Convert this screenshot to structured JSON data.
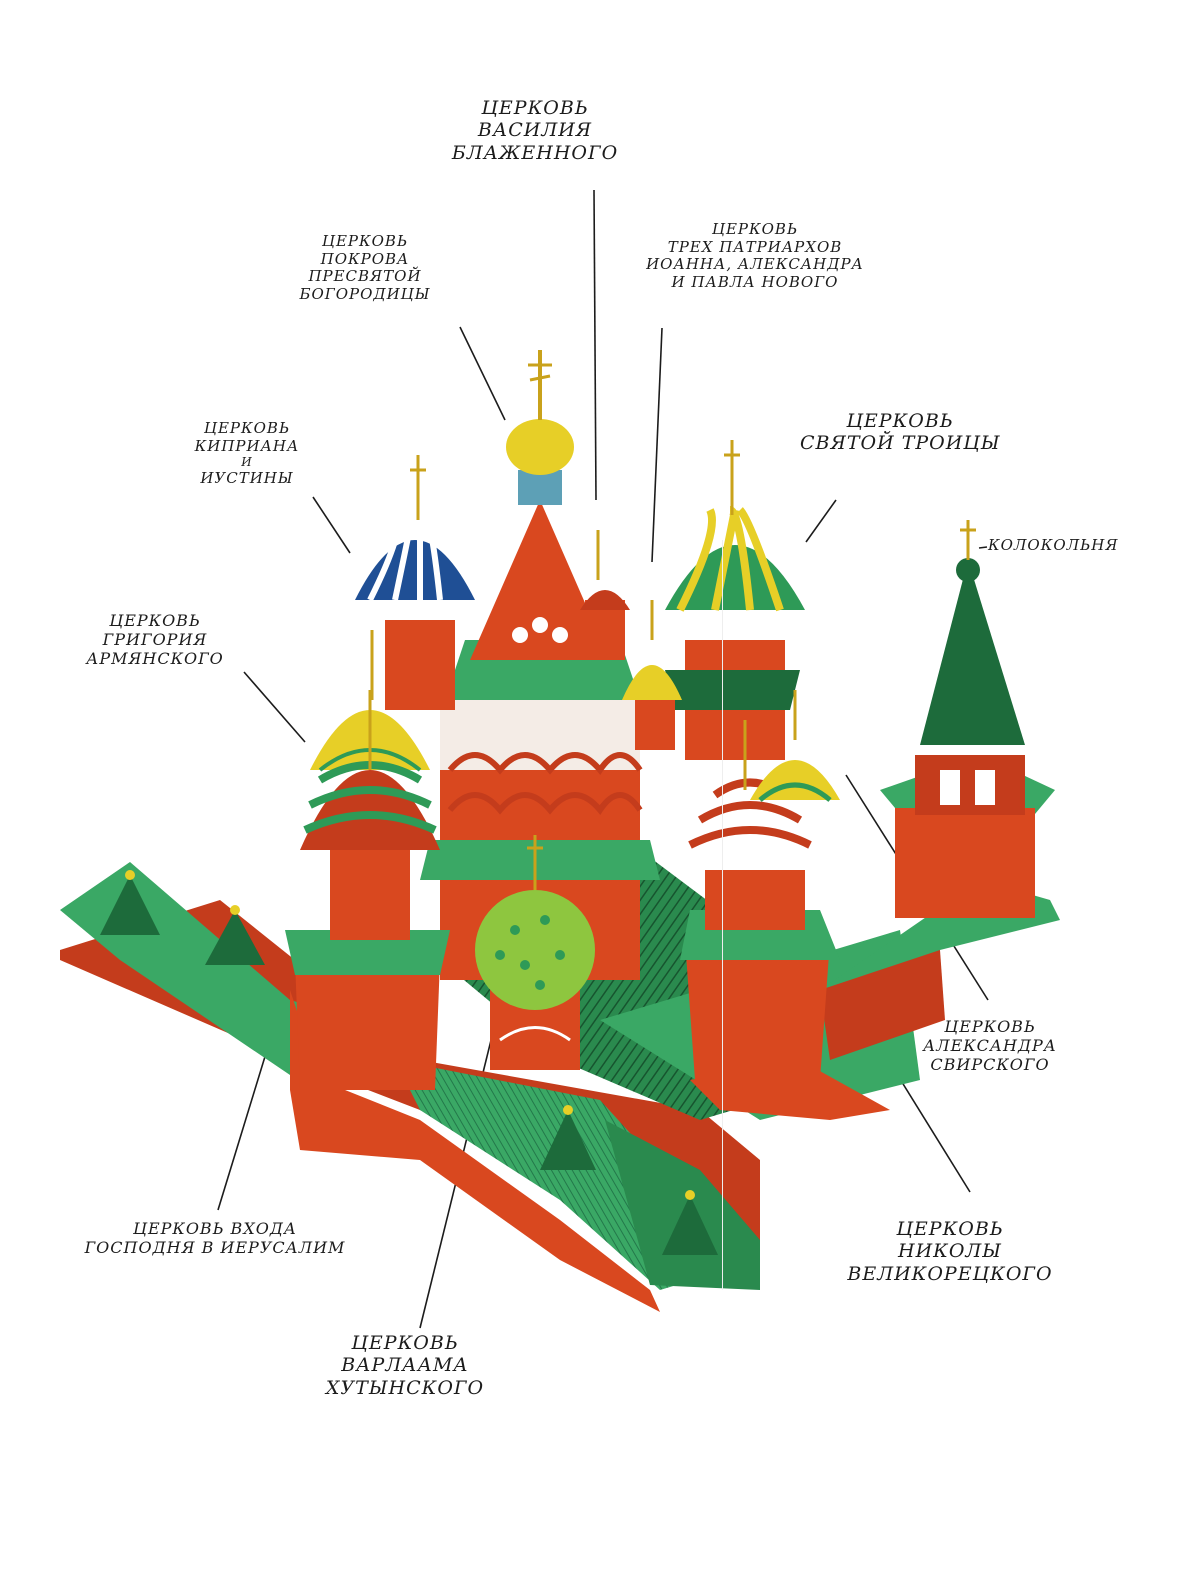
{
  "colors": {
    "brick": "#d9481f",
    "brick_dark": "#b1361a",
    "green": "#2e9a57",
    "green_light": "#6cc083",
    "green_dark": "#1d6b3b",
    "gold": "#e7cf27",
    "blue": "#1f4f95",
    "ink": "#1c1c1c",
    "white": "#ffffff"
  },
  "labels": {
    "vasiliya": [
      "Церковь",
      "Василия",
      "Блаженного"
    ],
    "pokrova": [
      "Церковь",
      "Покрова",
      "Пресвятой",
      "Богородицы"
    ],
    "trekh": [
      "Церковь",
      "Трех патриархов",
      "Иоанна, Александра",
      "и Павла Нового"
    ],
    "kipriana": [
      "Церковь",
      "Киприана",
      "и",
      "Иустины"
    ],
    "troitsy": [
      "Церковь",
      "Святой Троицы"
    ],
    "kolokolnya": [
      "Колокольня"
    ],
    "grigoriya": [
      "Церковь",
      "Григория",
      "Армянского"
    ],
    "aleksandra": [
      "Церковь",
      "Александра",
      "Свирского"
    ],
    "vkhoda": [
      "Церковь входа",
      "Господня в Иерусалим"
    ],
    "nikoly": [
      "Церковь",
      "Николы",
      "Великорецкого"
    ],
    "varlaama": [
      "Церковь",
      "Варлаама",
      "Хутынского"
    ]
  }
}
